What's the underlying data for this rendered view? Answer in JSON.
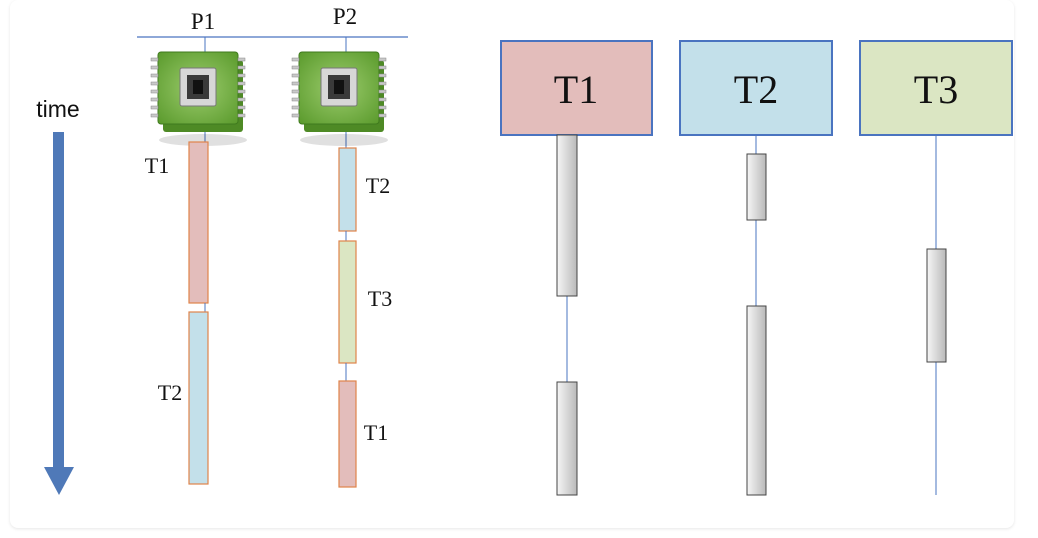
{
  "time_label": "time",
  "processors": [
    {
      "label": "P1",
      "icon": "cpu-chip-icon"
    },
    {
      "label": "P2",
      "icon": "cpu-chip-icon"
    }
  ],
  "schedule": {
    "p1": [
      "T1",
      "T2"
    ],
    "p2": [
      "T2",
      "T3",
      "T1"
    ]
  },
  "threads": [
    {
      "label": "T1",
      "color": "#e3bdbb"
    },
    {
      "label": "T2",
      "color": "#c3e0ea"
    },
    {
      "label": "T3",
      "color": "#dbe6c3"
    }
  ],
  "colors": {
    "arrow": "#4f79b8",
    "line": "#4a74c0",
    "box_border": "#4a74c0",
    "segment_border": "#e0844a",
    "t1": "#e3bdbb",
    "t2": "#c3e0ea",
    "t3": "#dbe6c3"
  }
}
